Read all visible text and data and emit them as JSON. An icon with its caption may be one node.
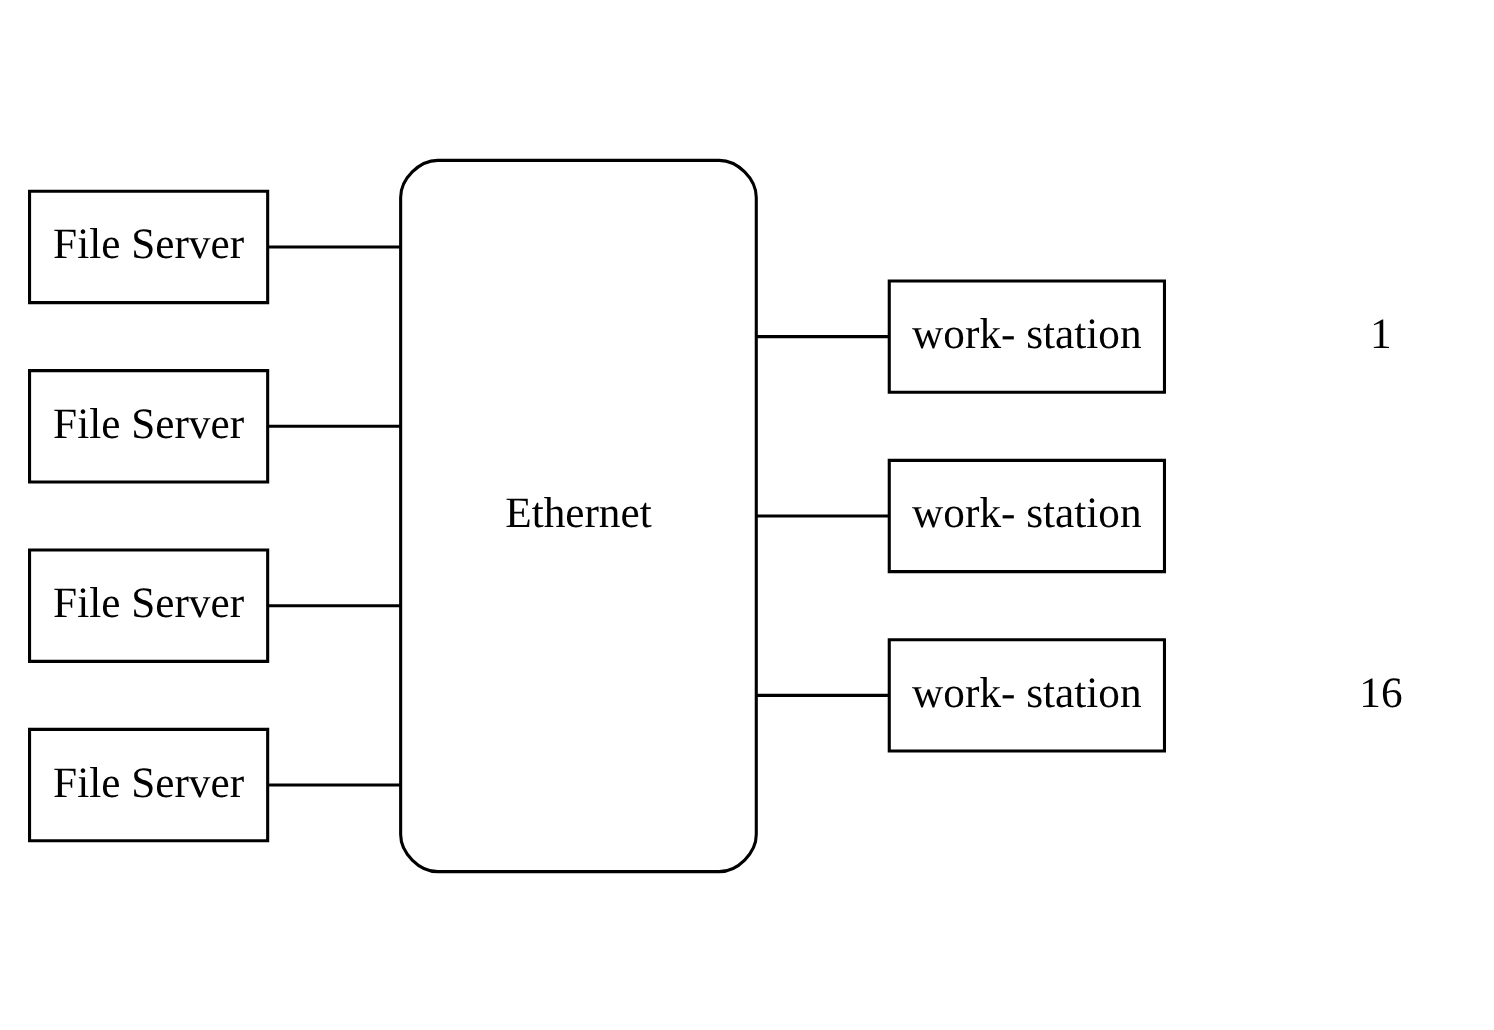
{
  "diagram": {
    "nodes": [
      {
        "text": [
          "File Server"
        ]
      },
      {
        "text": [
          "File Server"
        ]
      },
      {
        "text": [
          "File Server"
        ]
      },
      {
        "text": [
          "File Server"
        ]
      },
      {
        "text": [
          "Ethernet"
        ]
      },
      {
        "text": [
          "work- station"
        ]
      },
      {
        "text": [
          "work- station"
        ]
      },
      {
        "text": [
          "work- station"
        ]
      }
    ],
    "edges": [
      {
        "from": 0,
        "to": 4,
        "arrow": "none"
      },
      {
        "from": 1,
        "to": 4,
        "arrow": "none"
      },
      {
        "from": 2,
        "to": 4,
        "arrow": "none"
      },
      {
        "from": 3,
        "to": 4,
        "arrow": "none"
      },
      {
        "from": 4,
        "to": 5,
        "arrow": "none"
      },
      {
        "from": 4,
        "to": 6,
        "arrow": "none"
      },
      {
        "from": 4,
        "to": 7,
        "arrow": "none"
      }
    ],
    "labels": [
      "1",
      "16"
    ]
  }
}
